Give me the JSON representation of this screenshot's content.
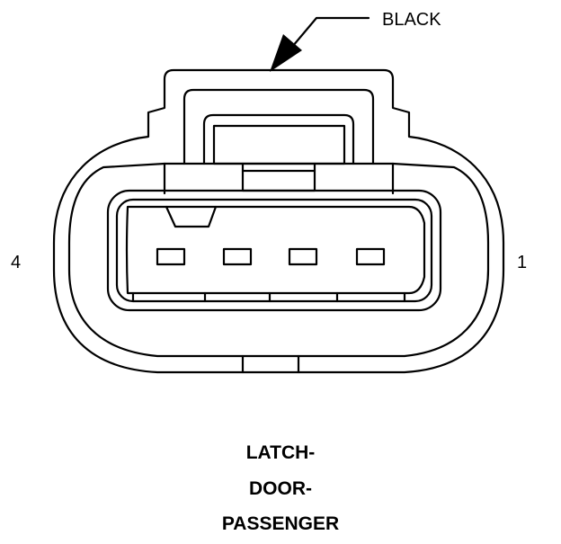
{
  "callout": {
    "color_label": "BLACK"
  },
  "pins": {
    "left_label": "4",
    "right_label": "1"
  },
  "title": {
    "lines": [
      "LATCH-",
      "DOOR-",
      "PASSENGER"
    ]
  }
}
